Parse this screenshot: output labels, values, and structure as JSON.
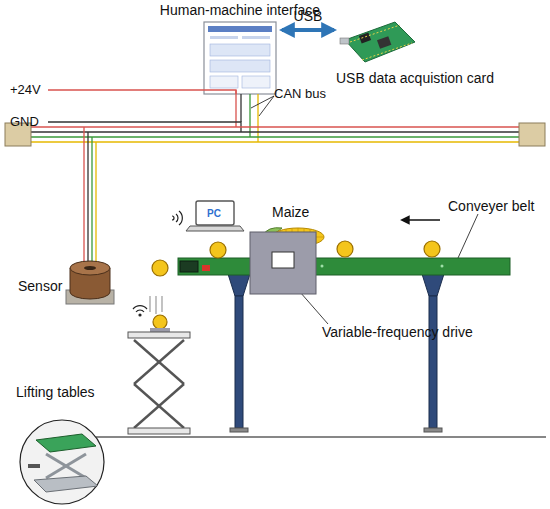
{
  "diagram": {
    "nodes": [
      {
        "text": [
          "Human-machine interface"
        ]
      },
      {
        "text": [
          "USB data acquistion card"
        ]
      }
    ],
    "edges": [
      {
        "from": 0,
        "to": 1,
        "label": "USB",
        "arrow": "both"
      }
    ],
    "labels": [
      "+24V",
      "GND",
      "CAN bus",
      "PC",
      "Maize",
      "Conveyer belt",
      "Sensor",
      "Variable-frequency drive",
      "Lifting tables"
    ]
  }
}
